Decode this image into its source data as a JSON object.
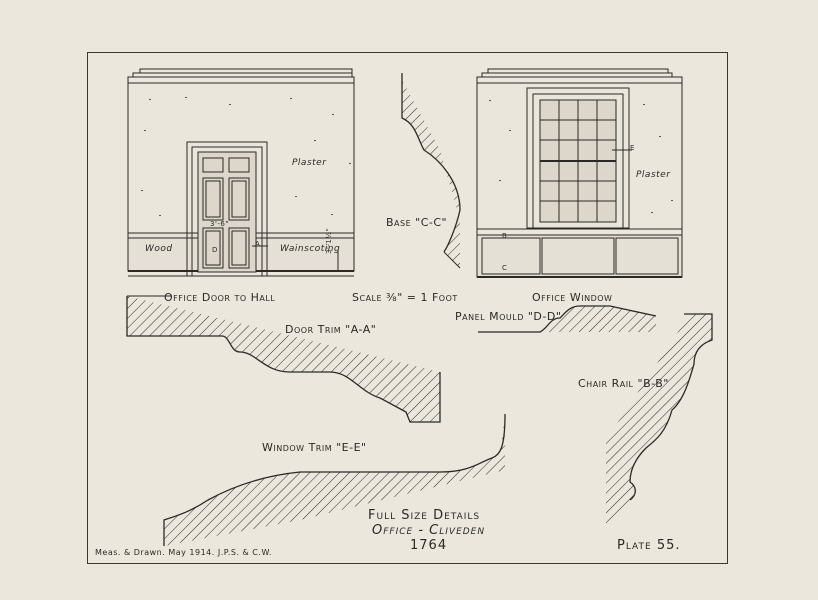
{
  "sheet": {
    "paper_color": "#ebe7dd",
    "ink_color": "#2b2925"
  },
  "labels": {
    "office_door_to_hall": "Office Door to Hall",
    "scale": "Scale ⅜\" = 1 Foot",
    "office_window": "Office Window",
    "base": "Base \"C-C\"",
    "door_trim": "Door Trim \"A-A\"",
    "panel_mould": "Panel Mould \"D-D\"",
    "chair_rail": "Chair Rail \"B-B\"",
    "window_trim": "Window Trim \"E-E\"",
    "plaster_left": "Plaster",
    "plaster_right": "Plaster",
    "wood": "Wood",
    "wainscoting": "Wainscoting",
    "dim_door_width": "3'-6\"",
    "dim_wainscot_height": "3'-1½\"",
    "mark_a": "A",
    "mark_b": "B",
    "mark_c": "C",
    "mark_d": "D",
    "mark_e": "E"
  },
  "title": {
    "line1": "Full Size Details",
    "line2": "Office - Cliveden",
    "line3": "1764"
  },
  "plate": "Plate 55.",
  "credit": "Meas. & Drawn. May 1914. J.P.S. & C.W."
}
